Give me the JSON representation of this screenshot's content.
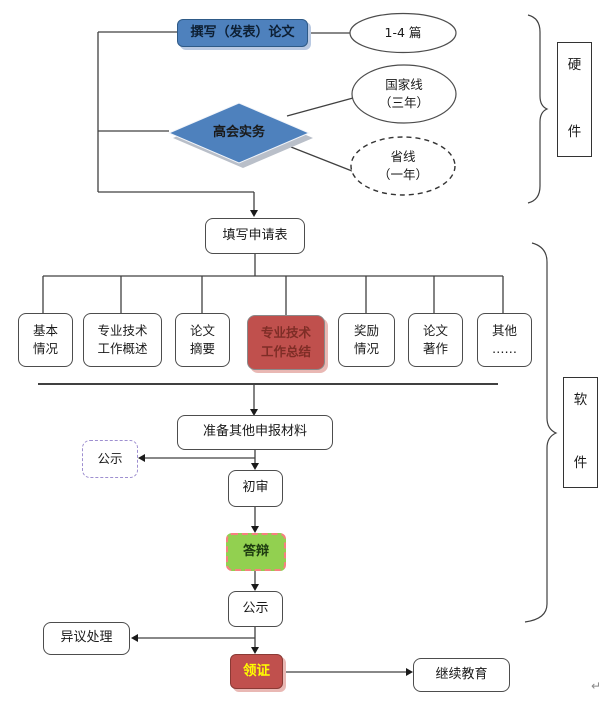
{
  "colors": {
    "node_blue": "#4E81BD",
    "node_red": "#C0504D",
    "node_green": "#92D050",
    "certificate_text_yellow": "#FFFF00",
    "red_box_text": "#7E2D26",
    "lavender_dashed_border": "#9E8FD0",
    "salmon_dashed_border": "#F77F7F",
    "connector_line": "#404040"
  },
  "hardware_section": {
    "write_papers": "撰写（发表）论文",
    "papers_count": "1-4 篇",
    "national_line": "国家线\n（三年）",
    "province_line": "省线\n（一年）",
    "practice_exam": "高会实务",
    "brace_char_top": "硬",
    "brace_char_bottom": "件"
  },
  "application": {
    "fill_form": "填写申请表",
    "materials": [
      {
        "label": "基本\n情况"
      },
      {
        "label": "专业技术\n工作概述"
      },
      {
        "label": "论文\n摘要"
      },
      {
        "label": "专业技术\n工作总结"
      },
      {
        "label": "奖励\n情况"
      },
      {
        "label": "论文\n著作"
      },
      {
        "label": "其他\n……"
      }
    ]
  },
  "software_section": {
    "prepare_materials": "准备其他申报材料",
    "publicity_first": "公示",
    "initial_review": "初审",
    "defense": "答辩",
    "publicity_second": "公示",
    "objection_handling": "异议处理",
    "get_certificate": "领证",
    "continuing_education": "继续教育",
    "brace_char_top": "软",
    "brace_char_bottom": "件"
  },
  "misc": {
    "return_mark": "↵"
  }
}
